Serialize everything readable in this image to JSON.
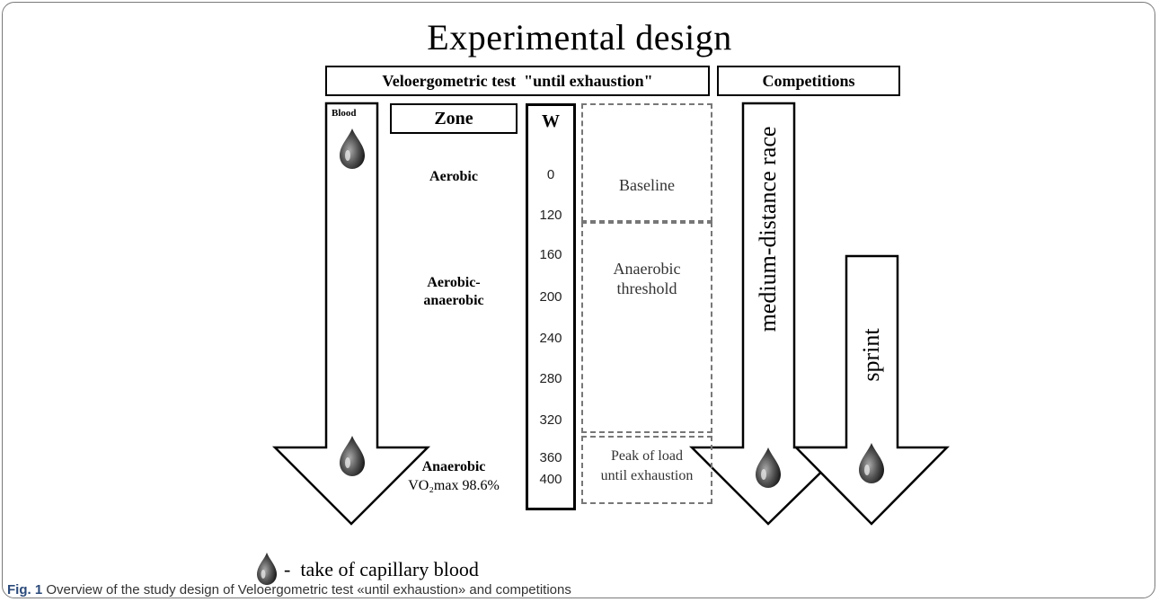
{
  "title": "Experimental design",
  "headers": {
    "test": "Veloergometric test  \"until exhaustion\"",
    "competitions": "Competitions"
  },
  "blood_label": "Blood",
  "zone_header": "Zone",
  "w_header": "W",
  "zones": {
    "aerobic": "Aerobic",
    "aerobic_anaerobic_1": "Aerobic-",
    "aerobic_anaerobic_2": "anaerobic",
    "anaerobic": "Anaerobic",
    "vo2max": "VO₂max 98.6%"
  },
  "w_values": [
    "0",
    "120",
    "160",
    "200",
    "240",
    "280",
    "320",
    "360",
    "400"
  ],
  "stages": {
    "baseline": "Baseline",
    "threshold_1": "Anaerobic",
    "threshold_2": "threshold",
    "peak_1": "Peak of load",
    "peak_2": "until exhaustion"
  },
  "competitions": {
    "medium": "medium-distance  race",
    "sprint": "sprint"
  },
  "legend": "-  take of capillary blood",
  "caption_label": "Fig. 1",
  "caption_text": " Overview of the study design of Veloergometric test «until exhaustion» and competitions"
}
